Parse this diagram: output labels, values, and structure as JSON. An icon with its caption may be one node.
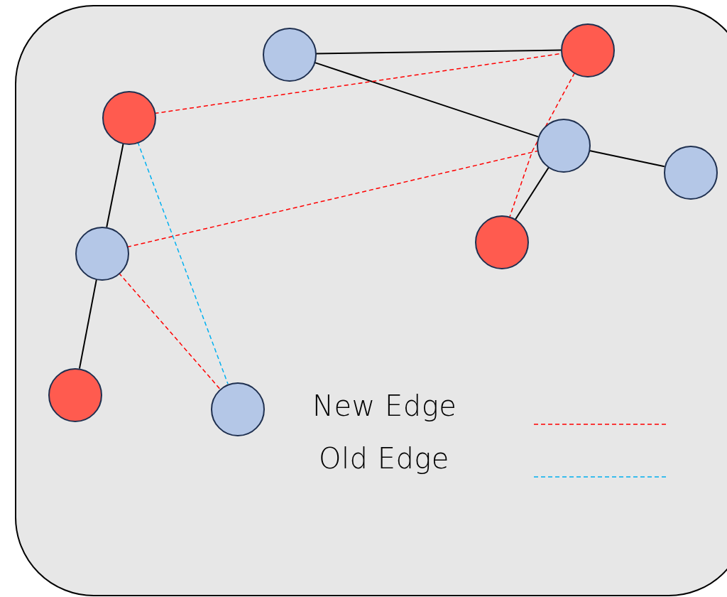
{
  "diagram": {
    "nodes": [
      {
        "text": [],
        "shape": "circle"
      },
      {
        "text": [],
        "shape": "circle"
      },
      {
        "text": [],
        "shape": "circle"
      },
      {
        "text": [],
        "shape": "circle"
      },
      {
        "text": [],
        "shape": "circle"
      },
      {
        "text": [],
        "shape": "circle"
      },
      {
        "text": [],
        "shape": "circle"
      },
      {
        "text": [],
        "shape": "circle"
      },
      {
        "text": [],
        "shape": "circle"
      }
    ],
    "edges": [
      {
        "from": 0,
        "to": 1,
        "arrow": "none"
      },
      {
        "from": 0,
        "to": 3,
        "arrow": "none"
      },
      {
        "from": 3,
        "to": 4,
        "arrow": "none"
      },
      {
        "from": 3,
        "to": 6,
        "arrow": "none"
      },
      {
        "from": 2,
        "to": 5,
        "arrow": "none"
      },
      {
        "from": 5,
        "to": 7,
        "arrow": "none"
      },
      {
        "from": 2,
        "to": 1,
        "arrow": "none",
        "style": "dashed",
        "color": "#ff0000"
      },
      {
        "from": 5,
        "to": 3,
        "arrow": "none",
        "style": "dashed",
        "color": "#ff0000"
      },
      {
        "from": 1,
        "to": 6,
        "arrow": "none",
        "style": "dashed",
        "color": "#ff0000"
      },
      {
        "from": 5,
        "to": 8,
        "arrow": "none",
        "style": "dashed",
        "color": "#ff0000"
      },
      {
        "from": 2,
        "to": 8,
        "arrow": "none",
        "style": "dashed",
        "color": "#00b0f0"
      }
    ],
    "legend": [
      {
        "text": "New Edge"
      },
      {
        "text": "Old Edge"
      }
    ]
  }
}
